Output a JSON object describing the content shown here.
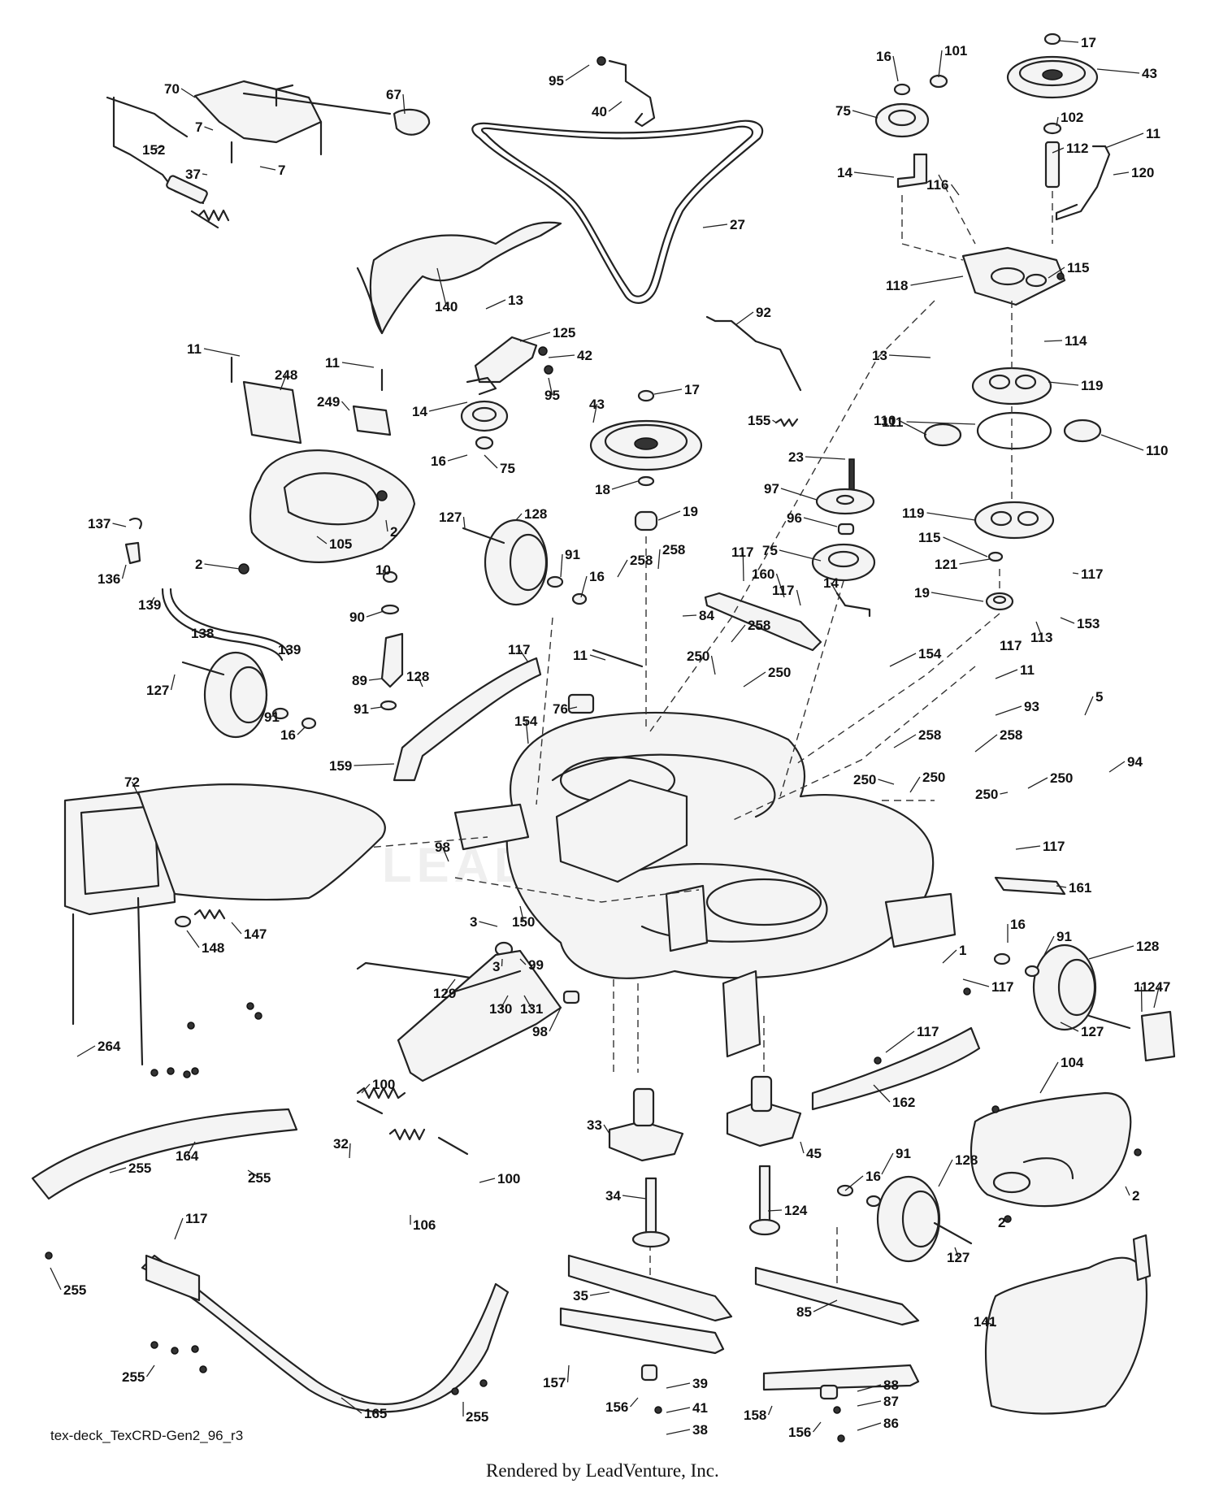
{
  "figure": {
    "caption": "tex-deck_TexCRD-Gen2_96_r3",
    "credit": "Rendered by LeadVenture, Inc.",
    "watermark": "LEADVENTURE"
  },
  "callouts": {
    "c1": "17",
    "c2": "43",
    "c3": "16",
    "c4": "101",
    "c5": "75",
    "c6": "102",
    "c7": "112",
    "c8": "11",
    "c9": "14",
    "c10": "116",
    "c11": "120",
    "c12": "95",
    "c13": "40",
    "c14": "70",
    "c15": "67",
    "c16": "7",
    "c17": "7",
    "c18": "152",
    "c19": "37",
    "c20": "27",
    "c21": "140",
    "c22": "118",
    "c23": "115",
    "c24": "92",
    "c25": "114",
    "c26": "13",
    "c27": "125",
    "c28": "42",
    "c29": "11",
    "c30": "248",
    "c31": "11",
    "c32": "249",
    "c33": "14",
    "c34": "95",
    "c35": "13",
    "c36": "119",
    "c37": "111",
    "c38": "110",
    "c39": "110",
    "c40": "17",
    "c41": "43",
    "c42": "155",
    "c43": "16",
    "c44": "75",
    "c45": "2",
    "c46": "105",
    "c47": "137",
    "c48": "136",
    "c49": "139",
    "c50": "2",
    "c51": "23",
    "c52": "97",
    "c53": "18",
    "c54": "19",
    "c55": "127",
    "c56": "128",
    "c57": "96",
    "c58": "119",
    "c59": "115",
    "c60": "10",
    "c61": "91",
    "c62": "16",
    "c63": "258",
    "c64": "258",
    "c65": "117",
    "c66": "160",
    "c67": "75",
    "c68": "121",
    "c69": "117",
    "c70": "14",
    "c71": "19",
    "c72": "117",
    "c73": "113",
    "c74": "153",
    "c75": "138",
    "c76": "139",
    "c77": "90",
    "c78": "84",
    "c79": "117",
    "c80": "127",
    "c81": "11",
    "c82": "258",
    "c83": "154",
    "c84": "89",
    "c85": "117",
    "c86": "250",
    "c87": "250",
    "c88": "11",
    "c89": "91",
    "c90": "76",
    "c91": "93",
    "c92": "5",
    "c93": "128",
    "c94": "91",
    "c95": "16",
    "c96": "154",
    "c97": "159",
    "c98": "258",
    "c99": "258",
    "c100": "94",
    "c101": "250",
    "c102": "250",
    "c103": "250",
    "c104": "250",
    "c105": "72",
    "c106": "98",
    "c107": "117",
    "c108": "161",
    "c109": "3",
    "c110": "150",
    "c111": "147",
    "c112": "148",
    "c113": "16",
    "c114": "91",
    "c115": "128",
    "c116": "247",
    "c117": "3",
    "c118": "1",
    "c119": "117",
    "c120": "129",
    "c121": "130",
    "c122": "131",
    "c123": "98",
    "c124": "127",
    "c125": "11",
    "c126": "264",
    "c127": "99",
    "c128": "117",
    "c129": "104",
    "c130": "100",
    "c131": "162",
    "c132": "164",
    "c133": "33",
    "c134": "45",
    "c135": "255",
    "c136": "255",
    "c137": "32",
    "c138": "100",
    "c139": "16",
    "c140": "91",
    "c141": "128",
    "c142": "2",
    "c143": "106",
    "c144": "34",
    "c145": "124",
    "c146": "2",
    "c147": "127",
    "c148": "117",
    "c149": "255",
    "c150": "35",
    "c151": "85",
    "c152": "141",
    "c153": "157",
    "c154": "156",
    "c155": "39",
    "c156": "41",
    "c157": "255",
    "c158": "255",
    "c159": "165",
    "c160": "158",
    "c161": "88",
    "c162": "156",
    "c163": "87",
    "c164": "38",
    "c165": "86"
  }
}
